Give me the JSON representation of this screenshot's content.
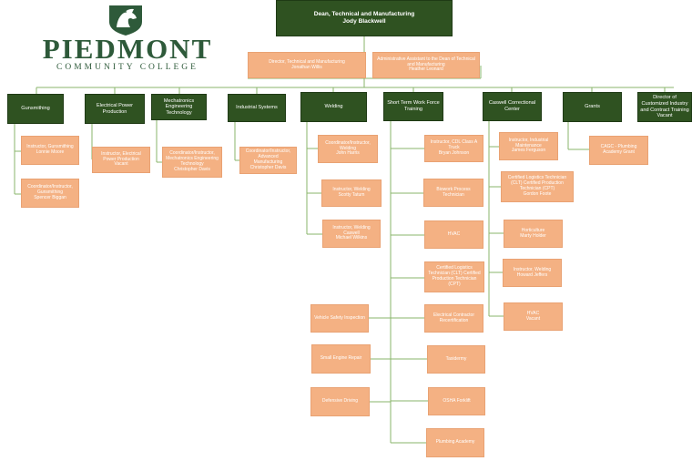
{
  "logo": {
    "name": "PIEDMONT",
    "subtitle": "COMMUNITY COLLEGE",
    "icon": "horse-head-shield-icon",
    "color": "#2e5a3a"
  },
  "colors": {
    "header": "#2f5221",
    "staff": "#f4b183",
    "line": "#8ab56b"
  },
  "dean": {
    "title": "Dean, Technical and Manufacturing",
    "name": "Jody Blackwell"
  },
  "director": {
    "title": "Director, Technical and Manufacturing",
    "name": "Jonathan Willis"
  },
  "assistant": {
    "title": "Administrative Assistant to the Dean of Technical and Manufacturing",
    "name": "Heather Leonard"
  },
  "departments": {
    "gunsmithing": "Gunsmithing",
    "electrical_power": "Electrical Power Production",
    "mechatronics": "Mechatronics Engineering Technology",
    "industrial_systems": "Industrial Systems",
    "welding": "Welding",
    "short_term": "Short Term Work Force Training",
    "caswell": "Caswell Correctional Center",
    "grants": "Grants",
    "customized": {
      "title": "Director of Customized Industry and Contract Training",
      "name": "Vacant"
    }
  },
  "gunsmithing_staff": [
    {
      "title": "Instructor, Gunsmithing",
      "name": "Lonnie Moore"
    },
    {
      "title": "Coordinator/Instructor, Gunsmithing",
      "name": "Spencer Biggan"
    }
  ],
  "electrical_staff": [
    {
      "title": "Instructor, Electrical Power Production",
      "name": "Vacant"
    }
  ],
  "mechatronics_staff": [
    {
      "title": "Coordinator/Instructor, Mechatronics Engineering Technology",
      "name": "Christopher Davis"
    }
  ],
  "industrial_staff": [
    {
      "title": "Coordinator/Instructor, Advanced Manufacturing",
      "name": "Christopher Davis"
    }
  ],
  "welding_staff": [
    {
      "title": "Coordinator/Instructor, Welding",
      "name": "John Harris"
    },
    {
      "title": "Instructor, Welding",
      "name": "Scotty Tatum"
    },
    {
      "title": "Instructor, Welding Caswell",
      "name": "Michael Wilkins"
    }
  ],
  "short_term_right": [
    {
      "title": "Instructor, CDL Class A Truck",
      "name": "Bryan Johnson"
    },
    {
      "title": "Biowork Process Technician",
      "name": ""
    },
    {
      "title": "HVAC",
      "name": ""
    },
    {
      "title": "Certified Logistics Technician (CLT) Certified Production Technician (CPT)",
      "name": ""
    },
    {
      "title": "Electrical Contractor Recertification",
      "name": ""
    },
    {
      "title": "Taxidermy",
      "name": ""
    },
    {
      "title": "OSHA Forklift",
      "name": ""
    },
    {
      "title": "Plumbing Academy",
      "name": ""
    }
  ],
  "short_term_left": [
    {
      "title": "Vehicle Safety Inspection",
      "name": ""
    },
    {
      "title": "Small Engine Repair",
      "name": ""
    },
    {
      "title": "Defensive Driving",
      "name": ""
    }
  ],
  "caswell_staff": [
    {
      "title": "Instructor, Industrial Maintenance",
      "name": "James Ferguson"
    },
    {
      "title": "Certified Logistics Technician (CLT) Certified Production Technician (CPT)",
      "name": "Gordon Foote"
    },
    {
      "title": "Horticulture",
      "name": "Marty Holder"
    },
    {
      "title": "Instructor, Welding",
      "name": "Howard Jeffers"
    },
    {
      "title": "HVAC",
      "name": "Vacant"
    }
  ],
  "grants_staff": [
    {
      "title": "CAGC - Plumbing Academy Grant",
      "name": ""
    }
  ]
}
